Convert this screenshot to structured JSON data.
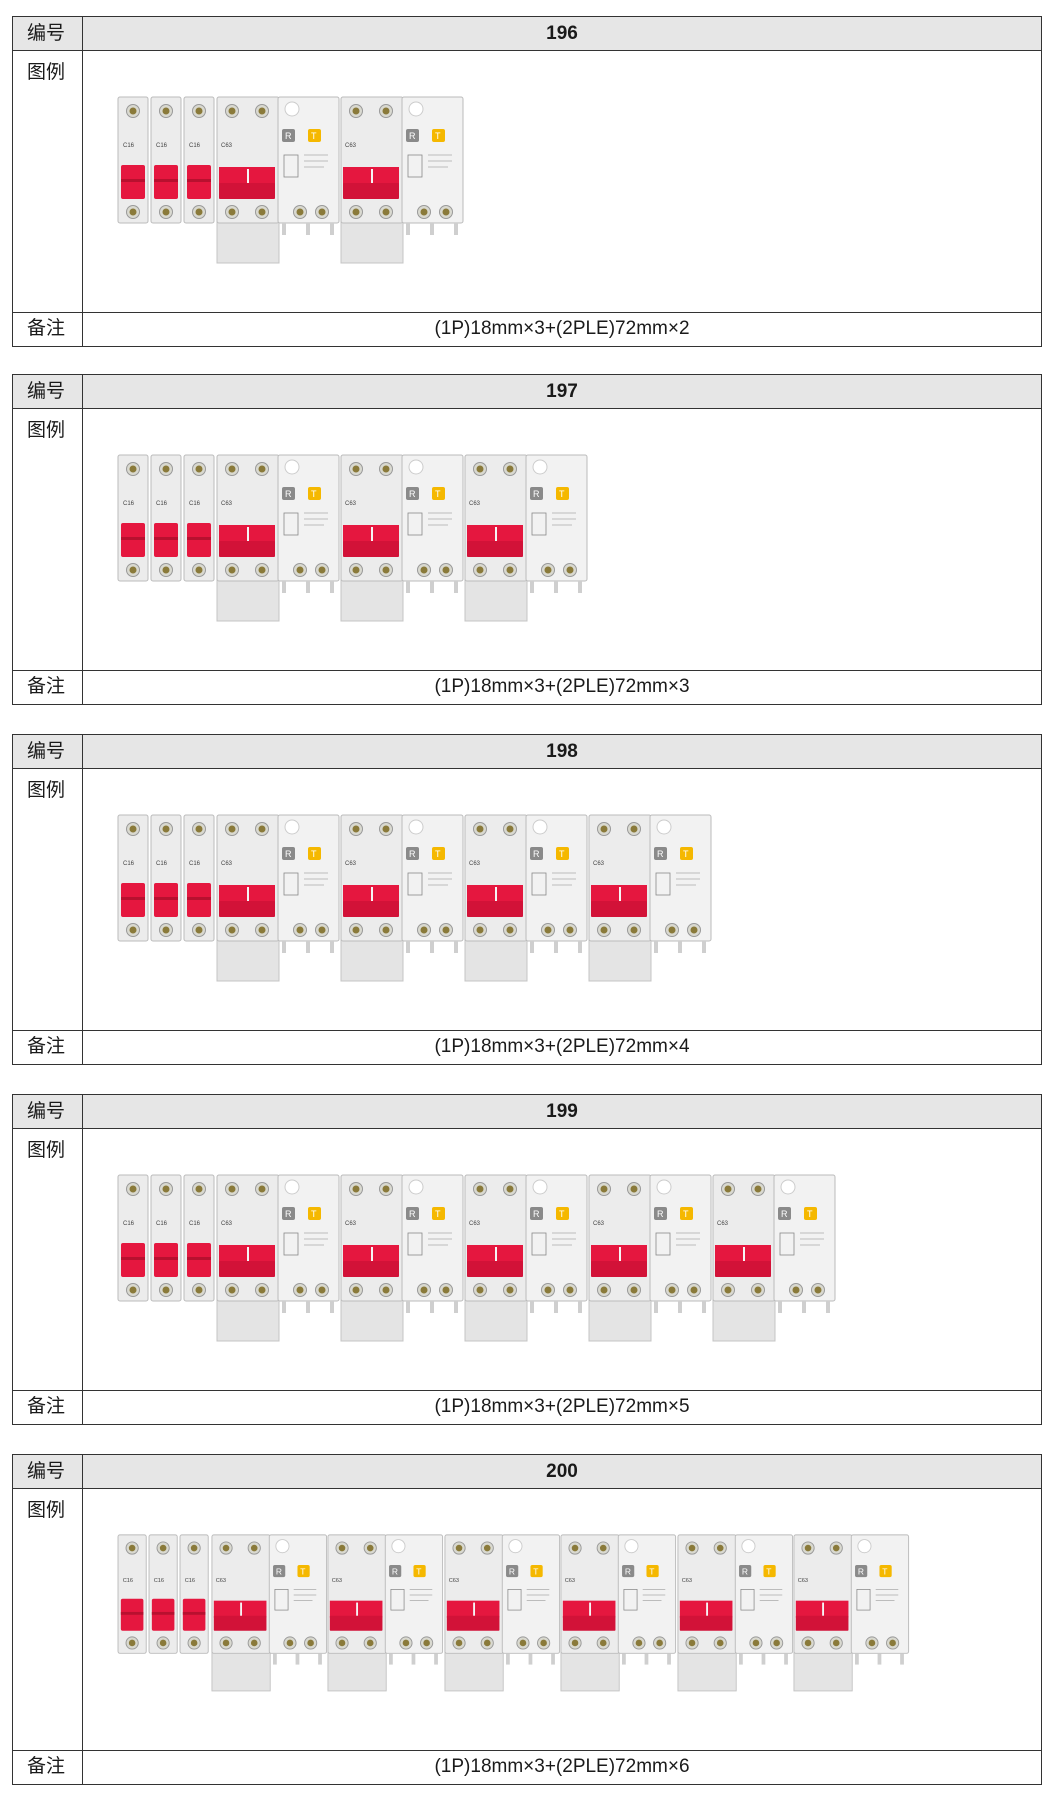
{
  "labels": {
    "number": "编号",
    "figure": "图例",
    "note": "备注"
  },
  "tables": [
    {
      "number": "196",
      "note": "(1P)18mm×3+(2PLE)72mm×2",
      "mcb_count": 3,
      "rcbo_count": 2
    },
    {
      "number": "197",
      "note": "(1P)18mm×3+(2PLE)72mm×3",
      "mcb_count": 3,
      "rcbo_count": 3
    },
    {
      "number": "198",
      "note": "(1P)18mm×3+(2PLE)72mm×4",
      "mcb_count": 3,
      "rcbo_count": 4
    },
    {
      "number": "199",
      "note": "(1P)18mm×3+(2PLE)72mm×5",
      "mcb_count": 3,
      "rcbo_count": 5
    },
    {
      "number": "200",
      "note": "(1P)18mm×3+(2PLE)72mm×6",
      "mcb_count": 3,
      "rcbo_count": 6
    }
  ],
  "device_text": {
    "mcb_rating": "C16",
    "rcbo_rating": "C63",
    "test_button": "T",
    "reset_button": "R"
  },
  "colors": {
    "handle_red": "#e5173f",
    "test_yellow": "#f5b800",
    "body_grey": "#ececec"
  }
}
